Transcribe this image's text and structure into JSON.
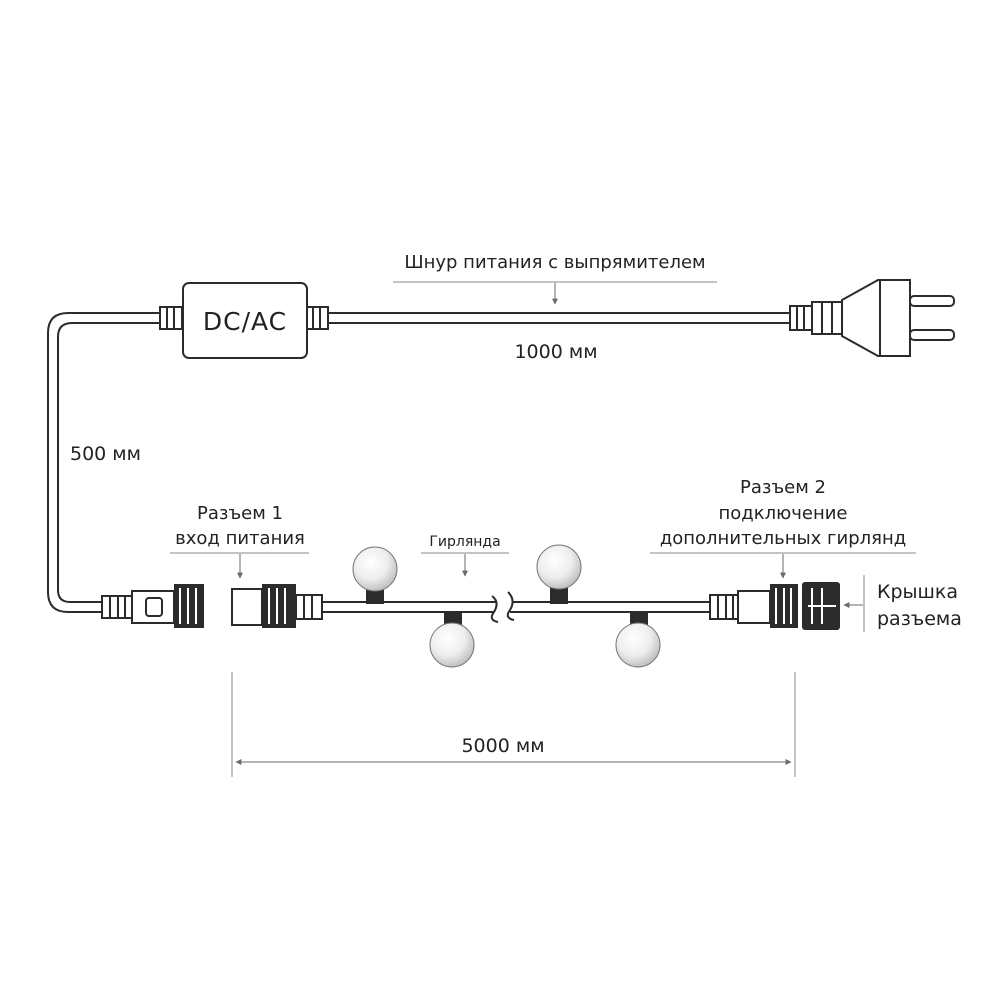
{
  "labels": {
    "power_cord": "Шнур питания с выпрямителем",
    "converter": "DC/AC",
    "len_1000": "1000 мм",
    "len_500": "500 мм",
    "connector1_line1": "Разъем 1",
    "connector1_line2": "вход питания",
    "garland": "Гирлянда",
    "connector2_line1": "Разъем 2",
    "connector2_line2": "подключение",
    "connector2_line3": "дополнительных гирлянд",
    "cap_line1": "Крышка",
    "cap_line2": "разъема",
    "len_5000": "5000 мм"
  },
  "icons": {
    "plug": "plug-icon",
    "converter": "converter-box-icon",
    "bulb": "bulb-icon",
    "connector": "connector-icon",
    "cap": "connector-cap-icon"
  }
}
